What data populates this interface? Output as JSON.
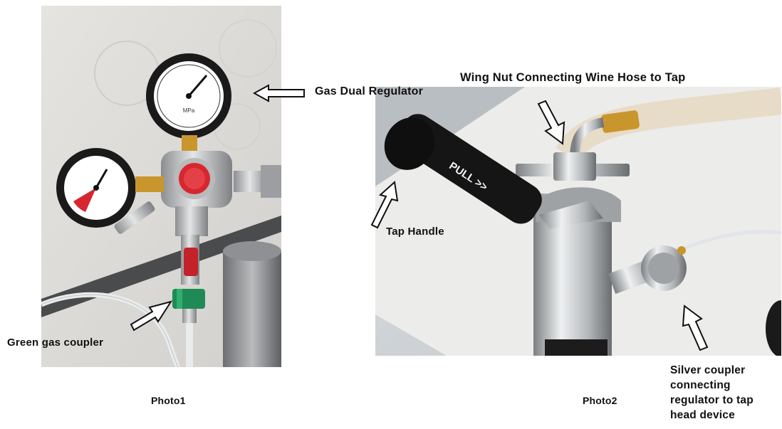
{
  "photo1": {
    "caption": "Photo1",
    "labels": {
      "gas_dual_regulator": "Gas Dual Regulator",
      "green_gas_coupler": "Green gas coupler"
    },
    "pull_text": ""
  },
  "photo2": {
    "caption": "Photo2",
    "labels": {
      "wing_nut": "Wing Nut Connecting Wine Hose to Tap",
      "tap_handle": "Tap Handle",
      "silver_coupler": "Silver coupler connecting regulator to tap head device"
    },
    "handle_text": "PULL >>"
  },
  "colors": {
    "gauge_face": "#ffffff",
    "gauge_bezel": "#1a1a1a",
    "red_knob": "#d8262e",
    "brass": "#c9962e",
    "green_coupler": "#1f8a55",
    "handle": "#151515",
    "chrome": "#c4c6c8"
  }
}
